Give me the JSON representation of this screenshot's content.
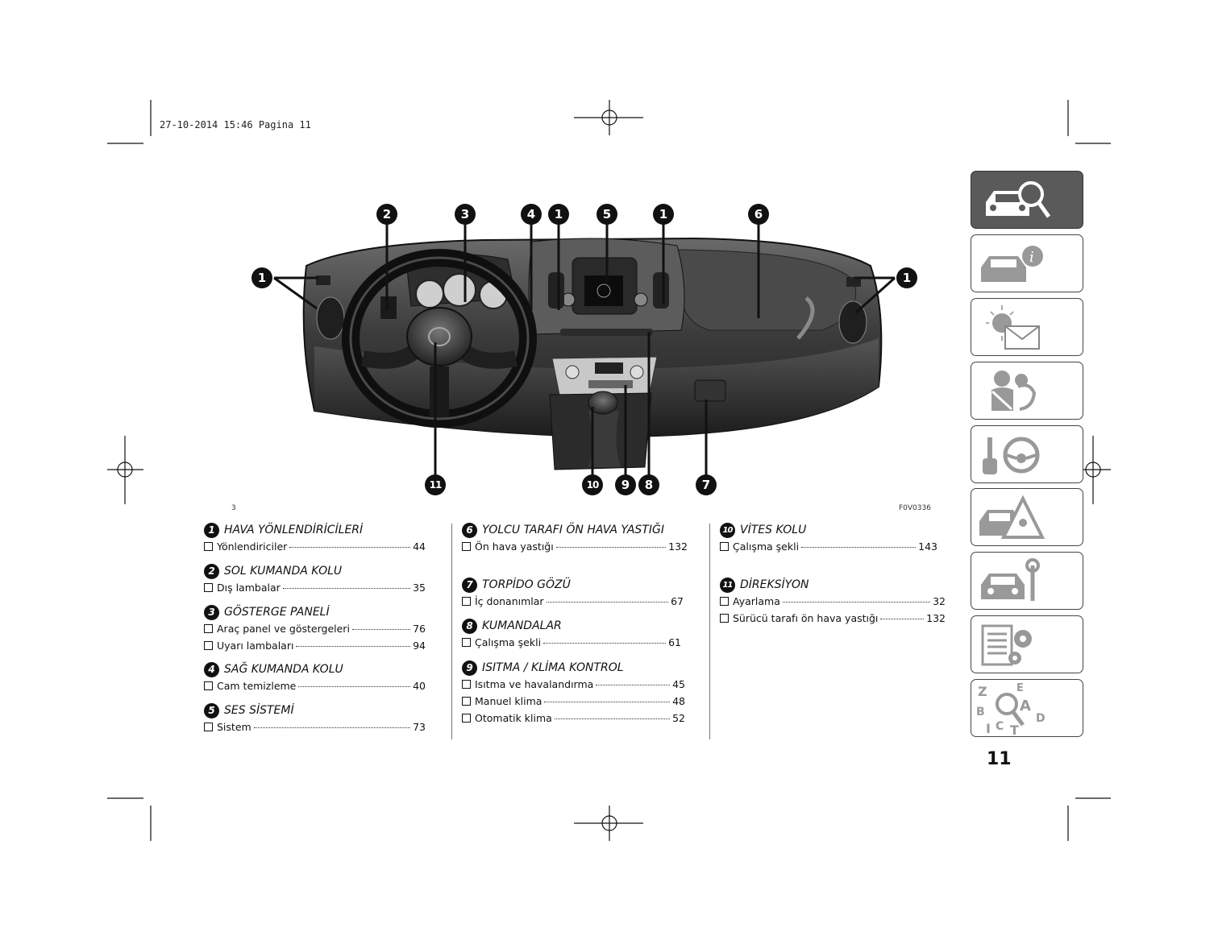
{
  "print_stamp": "27-10-2014 15:46 Pagina 11",
  "figure": {
    "number": "3",
    "code": "F0V0336"
  },
  "callouts": [
    "1",
    "2",
    "3",
    "4",
    "5",
    "6",
    "7",
    "8",
    "9",
    "10",
    "11"
  ],
  "sections": [
    {
      "num": "1",
      "title": "HAVA YÖNLENDİRİCİLERİ",
      "items": [
        {
          "label": "Yönlendiriciler",
          "page": "44"
        }
      ]
    },
    {
      "num": "2",
      "title": "SOL KUMANDA KOLU",
      "items": [
        {
          "label": "Dış lambalar",
          "page": "35"
        }
      ]
    },
    {
      "num": "3",
      "title": "GÖSTERGE PANELİ",
      "items": [
        {
          "label": "Araç panel ve göstergeleri",
          "page": "76"
        },
        {
          "label": "Uyarı lambaları",
          "page": "94"
        }
      ]
    },
    {
      "num": "4",
      "title": "SAĞ KUMANDA KOLU",
      "items": [
        {
          "label": "Cam temizleme",
          "page": "40"
        }
      ]
    },
    {
      "num": "5",
      "title": "SES SİSTEMİ",
      "items": [
        {
          "label": "Sistem",
          "page": "73"
        }
      ]
    },
    {
      "num": "6",
      "title": "YOLCU TARAFI ÖN HAVA YASTIĞI",
      "items": [
        {
          "label": "Ön hava yastığı",
          "page": "132"
        }
      ]
    },
    {
      "num": "7",
      "title": "TORPİDO GÖZÜ",
      "items": [
        {
          "label": "İç donanımlar",
          "page": "67"
        }
      ]
    },
    {
      "num": "8",
      "title": "KUMANDALAR",
      "items": [
        {
          "label": "Çalışma şekli",
          "page": "61"
        }
      ]
    },
    {
      "num": "9",
      "title": "ISITMA / KLİMA KONTROL",
      "items": [
        {
          "label": "Isıtma ve havalandırma",
          "page": "45"
        },
        {
          "label": "Manuel klima",
          "page": "48"
        },
        {
          "label": "Otomatik klima",
          "page": "52"
        }
      ]
    },
    {
      "num": "10",
      "title": "VİTES KOLU",
      "items": [
        {
          "label": "Çalışma şekli",
          "page": "143"
        }
      ]
    },
    {
      "num": "11",
      "title": "DİREKSİYON",
      "items": [
        {
          "label": "Ayarlama",
          "page": "32"
        },
        {
          "label": "Sürücü tarafı ön hava yastığı",
          "page": "132"
        }
      ]
    }
  ],
  "page_number": "11",
  "side_tabs": [
    {
      "icon": "car-magnifier-icon",
      "active": true
    },
    {
      "icon": "car-info-icon",
      "active": false
    },
    {
      "icon": "warning-light-envelope-icon",
      "active": false
    },
    {
      "icon": "seatbelt-airbag-icon",
      "active": false
    },
    {
      "icon": "key-steering-wheel-icon",
      "active": false
    },
    {
      "icon": "car-warning-triangle-icon",
      "active": false
    },
    {
      "icon": "car-wrench-icon",
      "active": false
    },
    {
      "icon": "document-gears-icon",
      "active": false
    },
    {
      "icon": "alphabet-index-icon",
      "active": false
    }
  ],
  "index_letters": [
    "Z",
    "E",
    "B",
    "A",
    "D",
    "I",
    "C",
    "T"
  ]
}
